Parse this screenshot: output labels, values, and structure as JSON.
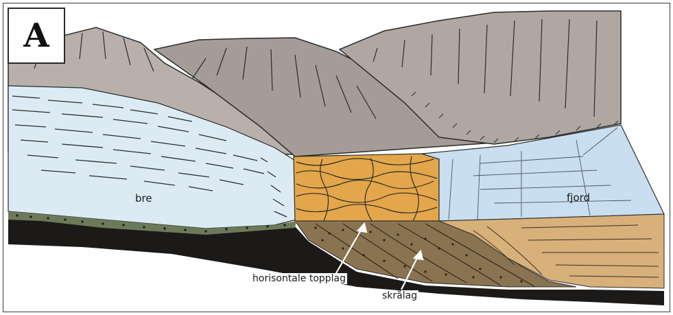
{
  "panel": {
    "letter": "A"
  },
  "labels": {
    "glacier": "bre",
    "fjord": "fjord",
    "topset": "horisontale topplag",
    "foreset": "skrålag"
  },
  "colors": {
    "mountain": "#b3aaa6",
    "mountain_dark": "#9e9591",
    "glacier": "#dcebf3",
    "fjord_water": "#c9def0",
    "delta_top": "#e3a64a",
    "sediment": "#d8b07a",
    "bedrock": "#1c1a18"
  }
}
